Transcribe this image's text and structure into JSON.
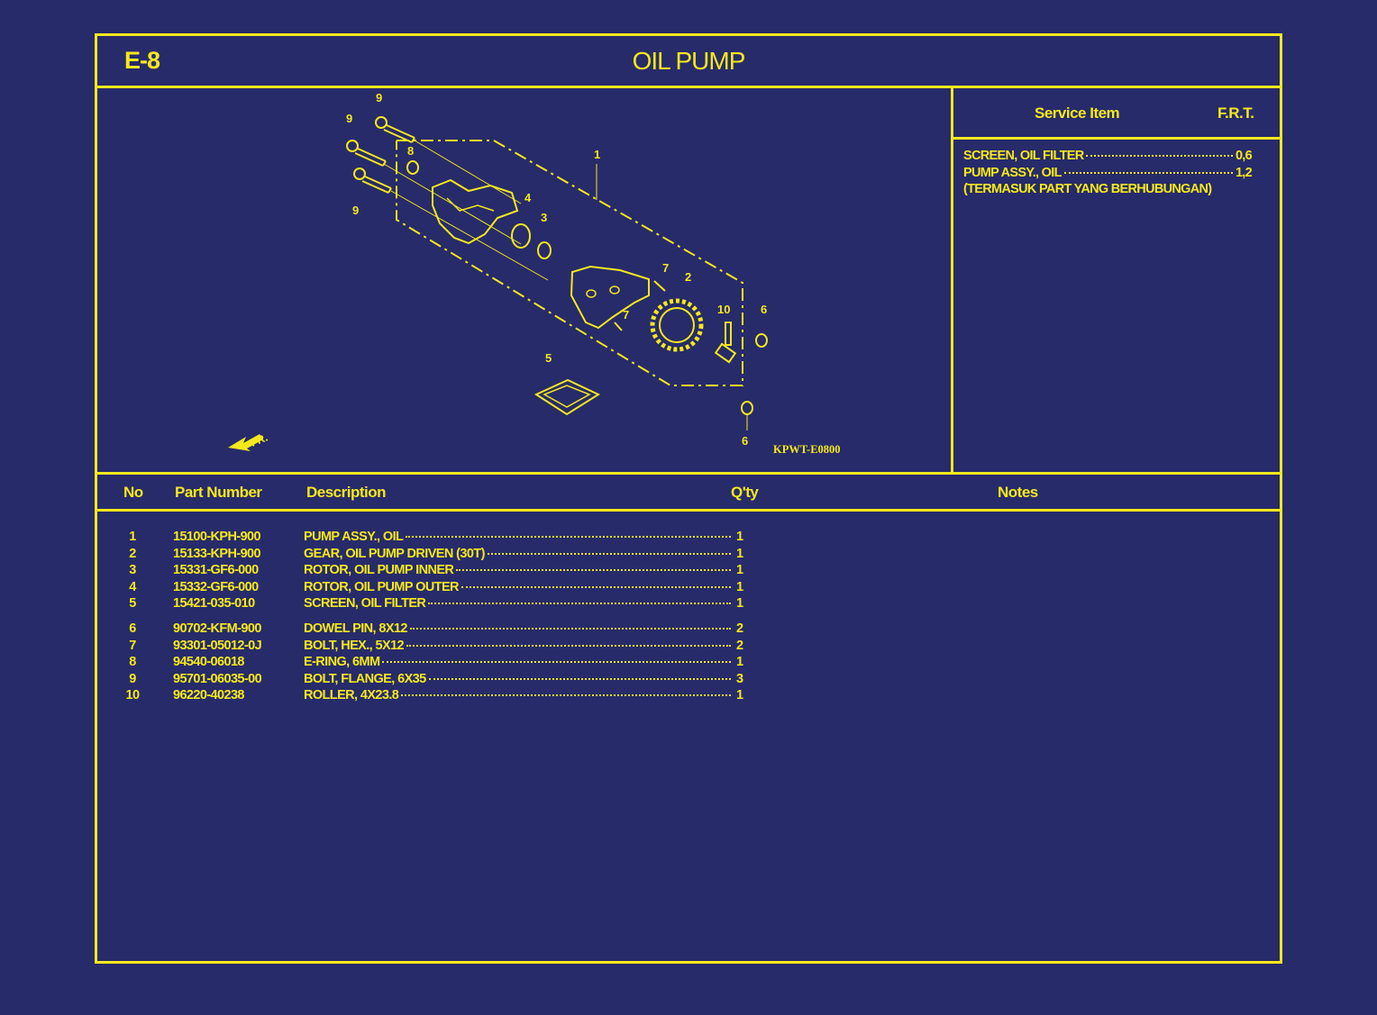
{
  "header": {
    "code": "E-8",
    "title": "OIL PUMP"
  },
  "service": {
    "headers": {
      "item": "Service Item",
      "frt": "F.R.T."
    },
    "items": [
      {
        "name": "SCREEN, OIL FILTER",
        "value": "0,6"
      },
      {
        "name": "PUMP ASSY., OIL",
        "value": "1,2"
      }
    ],
    "note": "(TERMASUK PART YANG BERHUBUNGAN)"
  },
  "diagram": {
    "code": "KPWT-E0800",
    "fr_label": "FR.",
    "callouts": [
      "9",
      "9",
      "9",
      "8",
      "1",
      "4",
      "3",
      "7",
      "2",
      "7",
      "10",
      "6",
      "5",
      "6"
    ]
  },
  "table": {
    "headers": {
      "no": "No",
      "part_number": "Part Number",
      "description": "Description",
      "qty": "Q'ty",
      "notes": "Notes"
    },
    "rows": [
      {
        "no": "1",
        "part_number": "15100-KPH-900",
        "description": "PUMP ASSY., OIL",
        "qty": "1"
      },
      {
        "no": "2",
        "part_number": "15133-KPH-900",
        "description": "GEAR, OIL PUMP DRIVEN (30T)",
        "qty": "1"
      },
      {
        "no": "3",
        "part_number": "15331-GF6-000",
        "description": "ROTOR, OIL PUMP INNER",
        "qty": "1"
      },
      {
        "no": "4",
        "part_number": "15332-GF6-000",
        "description": "ROTOR, OIL PUMP OUTER",
        "qty": "1"
      },
      {
        "no": "5",
        "part_number": "15421-035-010",
        "description": "SCREEN, OIL FILTER",
        "qty": "1"
      },
      {
        "no": "6",
        "part_number": "90702-KFM-900",
        "description": "DOWEL PIN, 8X12",
        "qty": "2"
      },
      {
        "no": "7",
        "part_number": "93301-05012-0J",
        "description": "BOLT, HEX., 5X12",
        "qty": "2"
      },
      {
        "no": "8",
        "part_number": "94540-06018",
        "description": "E-RING, 6MM",
        "qty": "1"
      },
      {
        "no": "9",
        "part_number": "95701-06035-00",
        "description": "BOLT, FLANGE, 6X35",
        "qty": "3"
      },
      {
        "no": "10",
        "part_number": "96220-40238",
        "description": "ROLLER, 4X23.8",
        "qty": "1"
      }
    ]
  },
  "colors": {
    "background": "#272b6a",
    "accent": "#f5e81c"
  }
}
